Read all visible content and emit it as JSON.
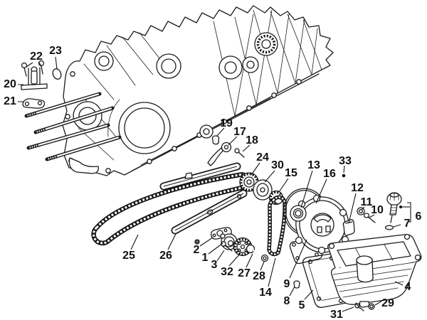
{
  "figure": {
    "type": "exploded-parts-diagram",
    "subject": "engine crankcase, timing chain and oil pump assembly",
    "background_color": "#ffffff",
    "line_color": "#1c1c1c",
    "label_color": "#111111",
    "parts_shown": 33
  },
  "callouts": [
    {
      "n": "22"
    },
    {
      "n": "23"
    },
    {
      "n": "20"
    },
    {
      "n": "21"
    },
    {
      "n": "19"
    },
    {
      "n": "17"
    },
    {
      "n": "18"
    },
    {
      "n": "24"
    },
    {
      "n": "30"
    },
    {
      "n": "15"
    },
    {
      "n": "13"
    },
    {
      "n": "16"
    },
    {
      "n": "33"
    },
    {
      "n": "12"
    },
    {
      "n": "11"
    },
    {
      "n": "10"
    },
    {
      "n": "6"
    },
    {
      "n": "7"
    },
    {
      "n": "25"
    },
    {
      "n": "26"
    },
    {
      "n": "2"
    },
    {
      "n": "1"
    },
    {
      "n": "3"
    },
    {
      "n": "32"
    },
    {
      "n": "27"
    },
    {
      "n": "28"
    },
    {
      "n": "14"
    },
    {
      "n": "9"
    },
    {
      "n": "8"
    },
    {
      "n": "5"
    },
    {
      "n": "31"
    },
    {
      "n": "29"
    },
    {
      "n": "4"
    }
  ]
}
